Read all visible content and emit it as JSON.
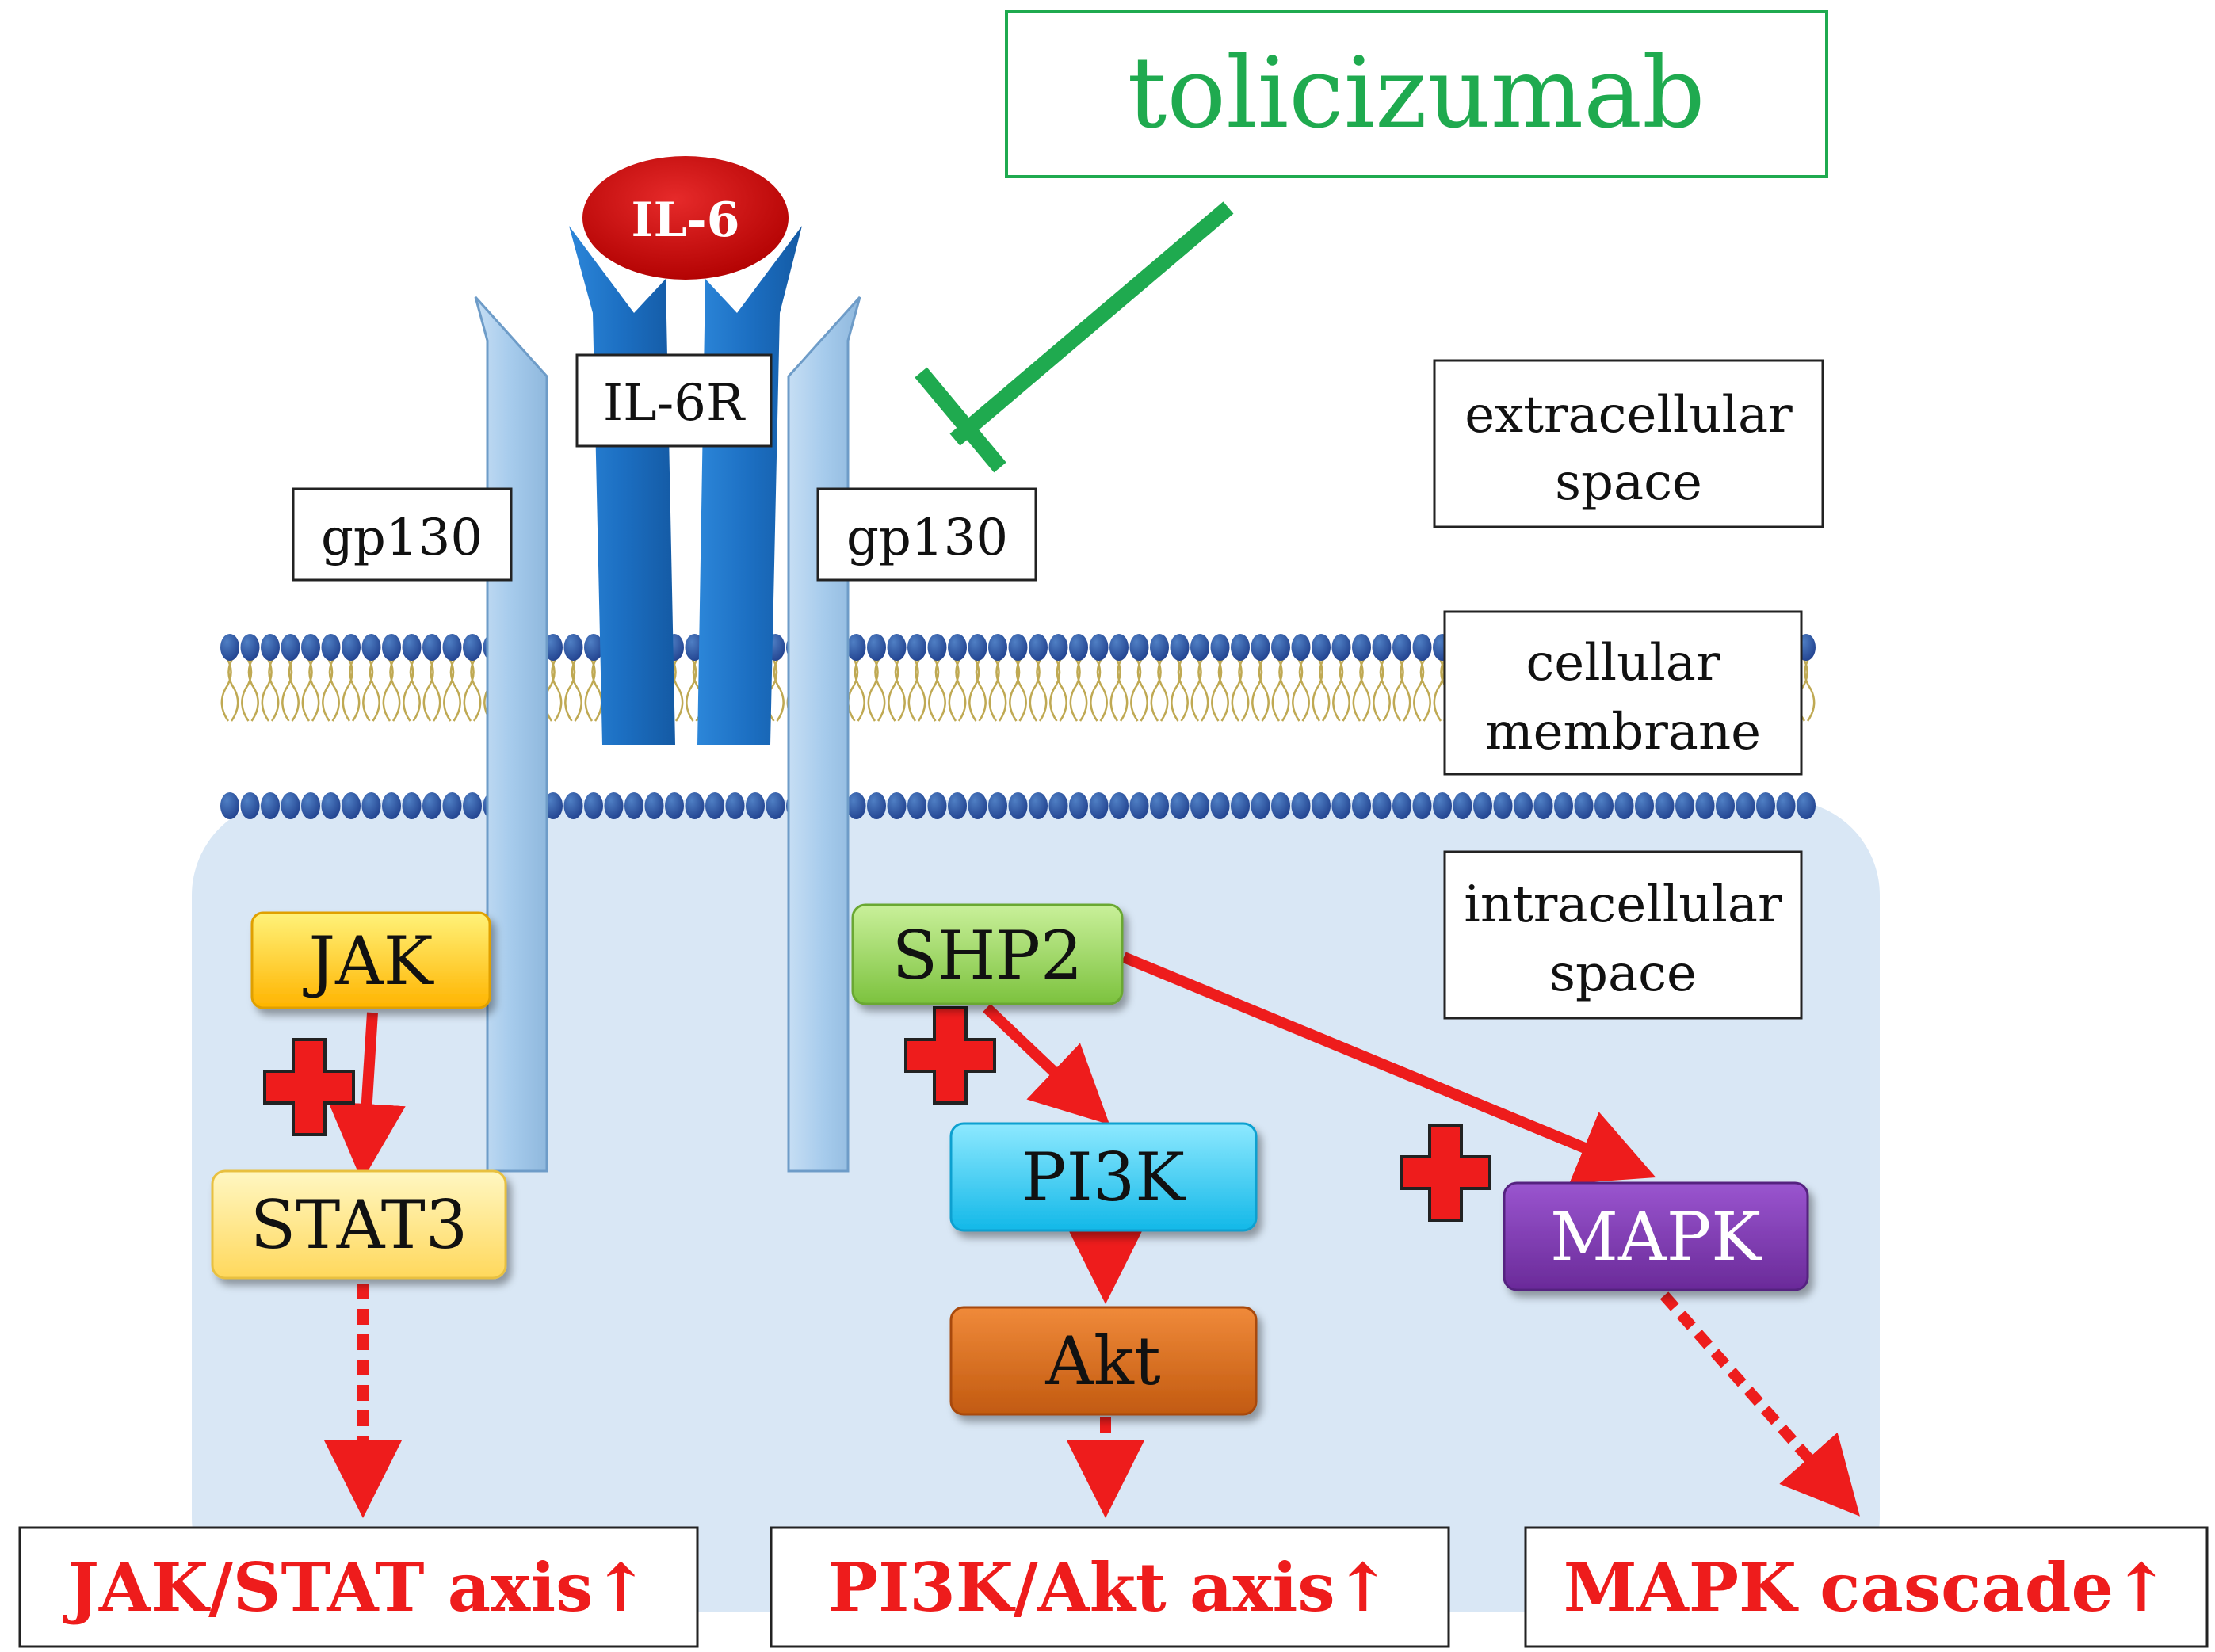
{
  "drug": {
    "label": "tolicizumab"
  },
  "ligand": {
    "label": "IL-6"
  },
  "receptor": {
    "label": "IL-6R"
  },
  "gp130": {
    "left_label": "gp130",
    "right_label": "gp130"
  },
  "regions": {
    "extracellular_line1": "extracellular",
    "extracellular_line2": "space",
    "membrane_line1": "cellular",
    "membrane_line2": "membrane",
    "intracellular_line1": "intracellular",
    "intracellular_line2": "space"
  },
  "nodes": {
    "jak": "JAK",
    "stat3": "STAT3",
    "shp2": "SHP2",
    "pi3k": "PI3K",
    "akt": "Akt",
    "mapk": "MAPK"
  },
  "outcomes": {
    "jak_stat": "JAK/STAT axis↑",
    "pi3k_akt": "PI3K/Akt axis↑",
    "mapk": "MAPK cascade↑"
  },
  "colors": {
    "drug_green": "#1faa4f",
    "arrow_red": "#ee1c1c",
    "receptor_blue": "#1d6fc3",
    "gp130_blue": "#a9cdec",
    "cytoplasm": "#d9e7f5",
    "jak": "#ffc000",
    "stat3": "#ffe07a",
    "shp2": "#92d050",
    "pi3k": "#1ec8f0",
    "akt": "#d2681c",
    "mapk": "#7030a0"
  }
}
